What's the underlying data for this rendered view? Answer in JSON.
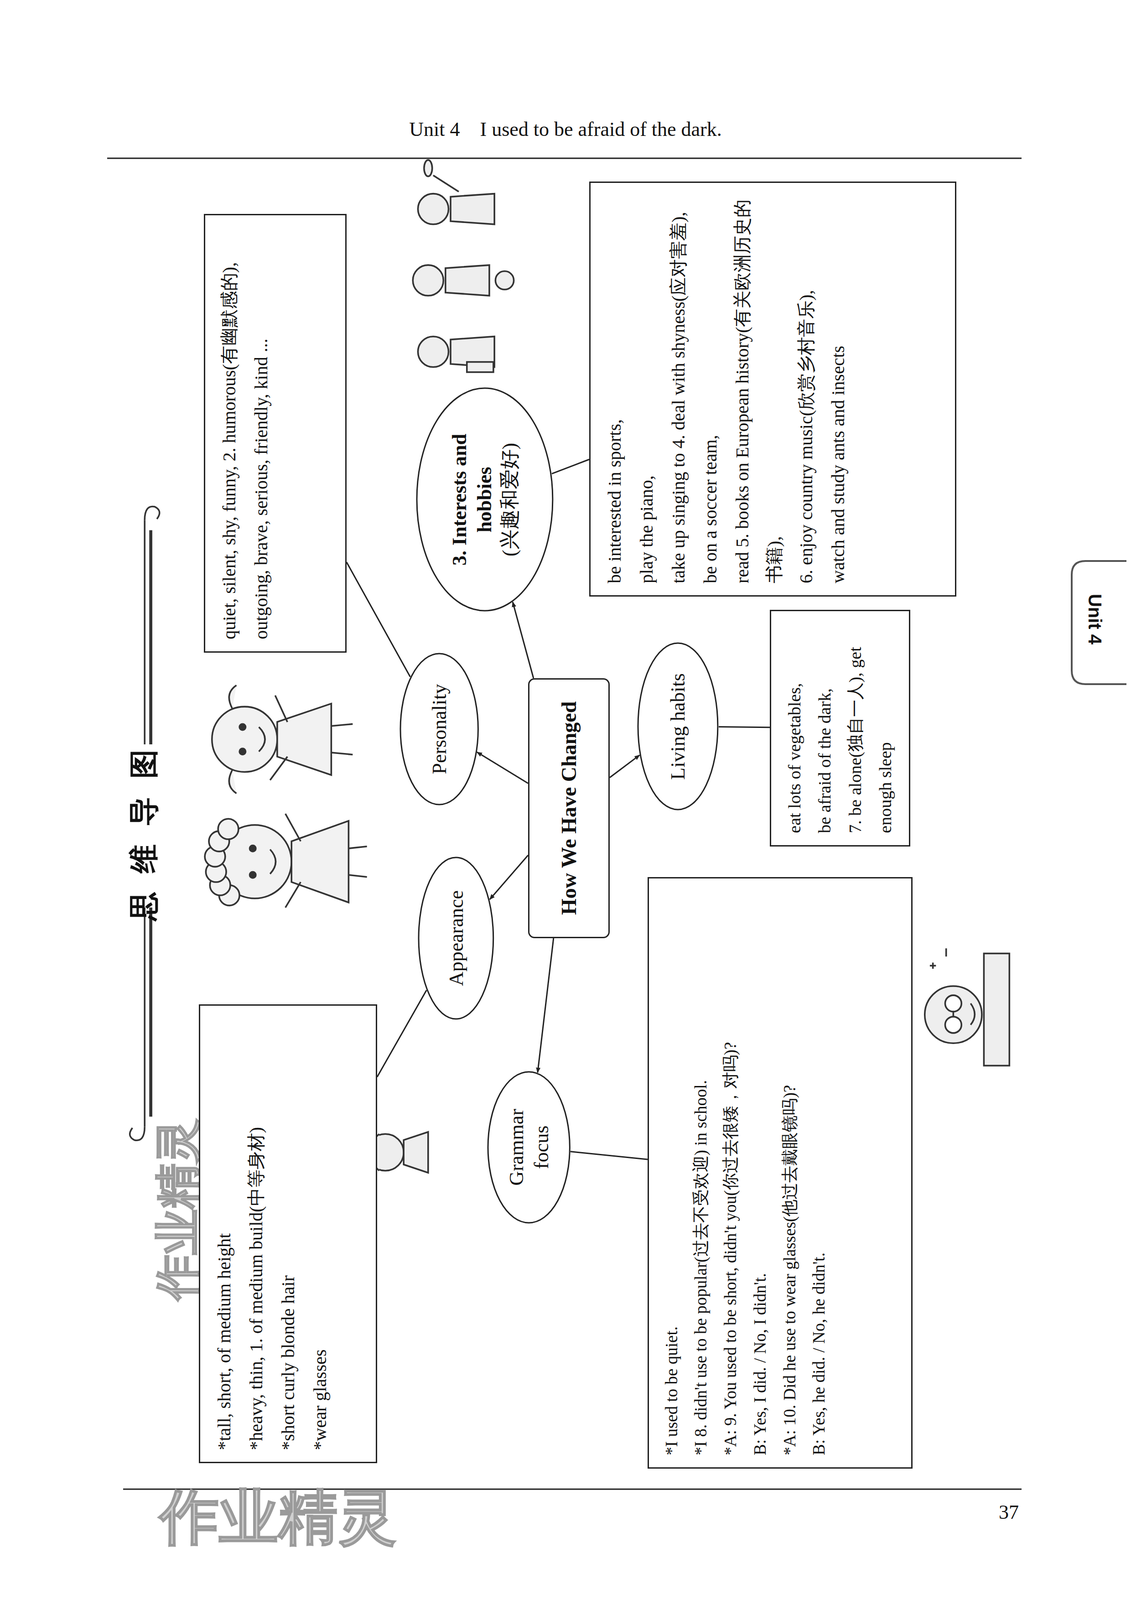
{
  "diagram": {
    "title": "Unit 4    I used to be afraid of the dark.",
    "nodes": [
      {
        "text": [
          "How We Have Changed"
        ]
      },
      {
        "text": [
          "Appearance"
        ]
      },
      {
        "text": [
          "*tall, short, of medium height",
          "*heavy, thin, 1. of medium build(中等身材)",
          "*short curly blonde hair",
          "*wear glasses"
        ]
      },
      {
        "text": [
          "Personality"
        ]
      },
      {
        "text": [
          "quiet, silent, shy, funny, 2. humorous(有幽默感的), outgoing, brave, serious, friendly, kind ..."
        ]
      },
      {
        "text": [
          "3. Interests and hobbies",
          "(兴趣和爱好)"
        ]
      },
      {
        "text": [
          "be interested in sports,",
          "play the piano,",
          "take up singing to 4. deal with shyness(应对害羞),",
          "be on a soccer team,",
          "read 5. books on European history(有关欧洲历史的书籍),",
          "6. enjoy country music(欣赏乡村音乐),",
          "watch and study ants and insects"
        ]
      },
      {
        "text": [
          "Living habits"
        ]
      },
      {
        "text": [
          "eat lots of vegetables,",
          "be afraid of the dark,",
          "7. be alone(独自一人), get enough sleep"
        ]
      },
      {
        "text": [
          "Grammar focus"
        ]
      },
      {
        "text": [
          "*I used to be quiet.",
          "*I 8. didn't use to be popular(过去不受欢迎) in school.",
          "*A: 9. You used to be short, didn't you(你过去很矮，对吗)?",
          "B: Yes, I did. / No, I didn't.",
          "*A: 10. Did he use to wear glasses(他过去戴眼镜吗)?",
          "B: Yes, he did. / No, he didn't."
        ]
      }
    ],
    "edges": [
      {
        "from": 0,
        "to": 1,
        "arrow": "to"
      },
      {
        "from": 0,
        "to": 3,
        "arrow": "to"
      },
      {
        "from": 0,
        "to": 5,
        "arrow": "to"
      },
      {
        "from": 0,
        "to": 7,
        "arrow": "to"
      },
      {
        "from": 0,
        "to": 9,
        "arrow": "to"
      },
      {
        "from": 1,
        "to": 2,
        "arrow": "none"
      },
      {
        "from": 3,
        "to": 4,
        "arrow": "none"
      },
      {
        "from": 5,
        "to": 6,
        "arrow": "none"
      },
      {
        "from": 7,
        "to": 8,
        "arrow": "none"
      },
      {
        "from": 9,
        "to": 10,
        "arrow": "none"
      }
    ],
    "labels": [
      "思维导图",
      "Unit 4",
      "37",
      "作业精灵",
      "作业精灵"
    ]
  }
}
